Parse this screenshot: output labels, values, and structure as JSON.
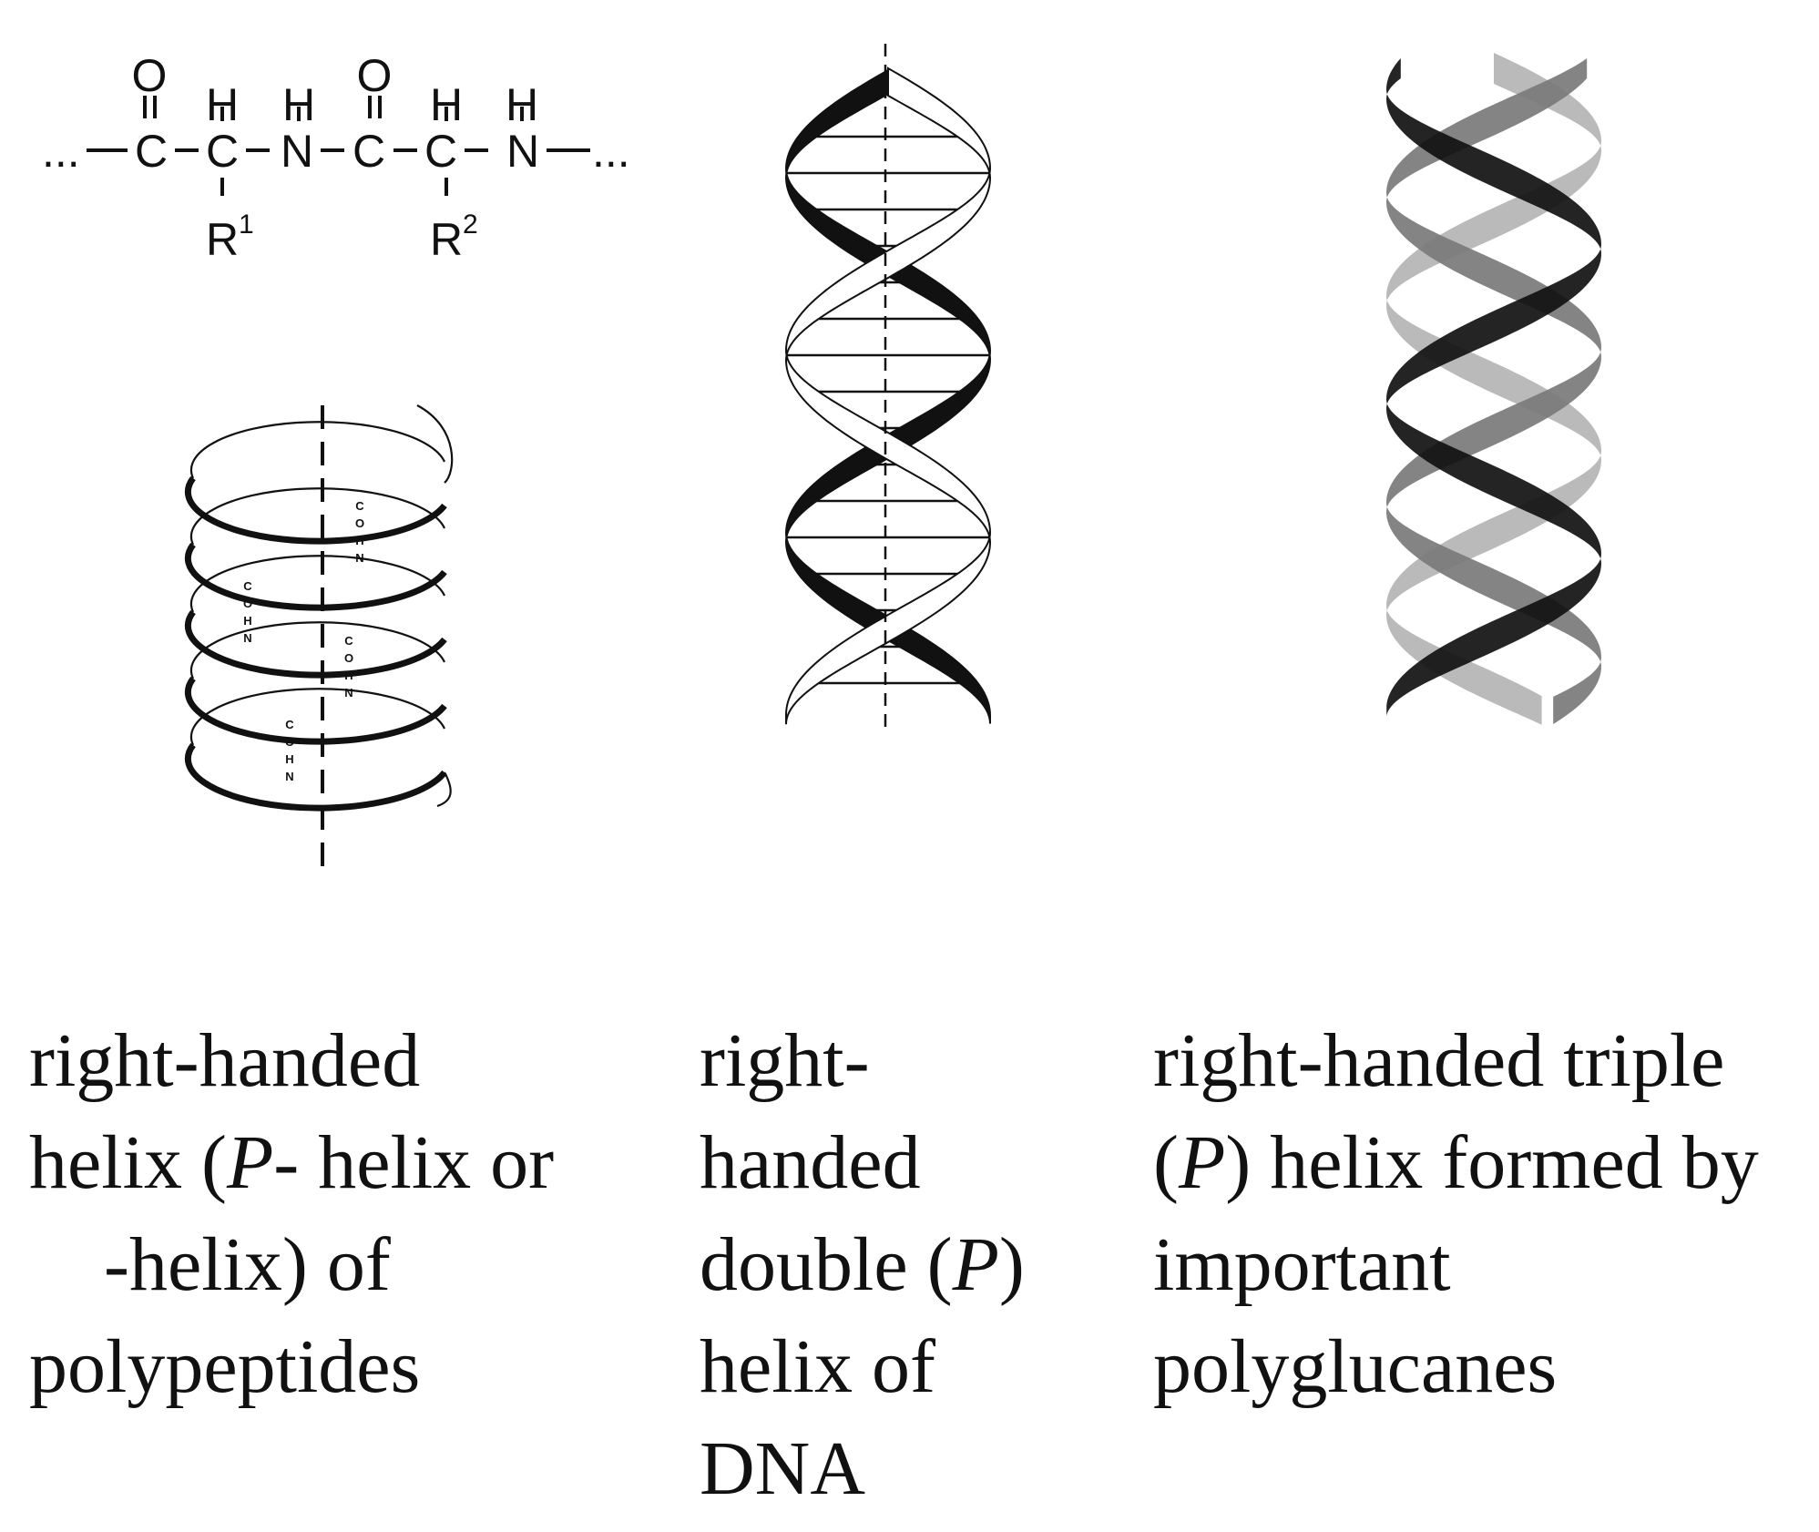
{
  "peptide_formula": {
    "dots_left": "...",
    "dots_right": "...",
    "atoms": {
      "O1": "O",
      "O2": "O",
      "C1": "C",
      "C2": "C",
      "C3": "C",
      "C4": "C",
      "H1": "H",
      "H2": "H",
      "H3": "H",
      "H4": "H",
      "N1": "N",
      "N2": "N",
      "R1": "R",
      "R1_sup": "1",
      "R2": "R",
      "R2_sup": "2"
    }
  },
  "hbond_labels": {
    "c": "C",
    "o": "O",
    "h": "H",
    "n": "N"
  },
  "captions": {
    "alpha_helix": {
      "line1": "right-handed",
      "line2_a": "helix (",
      "line2_p": "P",
      "line2_b": "- helix or",
      "line3": "-helix) of",
      "line4": "polypeptides"
    },
    "dna": {
      "line1": "right-",
      "line2": "handed",
      "line3_a": "double (",
      "line3_p": "P",
      "line3_b": ")",
      "line4": "helix of",
      "line5": "DNA"
    },
    "polyglucan": {
      "line1": "right-handed triple",
      "line2_a": "(",
      "line2_p": "P",
      "line2_b": ") helix formed by",
      "line3": "important",
      "line4": "polyglucanes"
    }
  },
  "colors": {
    "ink": "#111111",
    "strand_dark": "#111111",
    "strand_mid": "#7a7a7a",
    "strand_light": "#b4b4b4",
    "background": "#ffffff"
  }
}
